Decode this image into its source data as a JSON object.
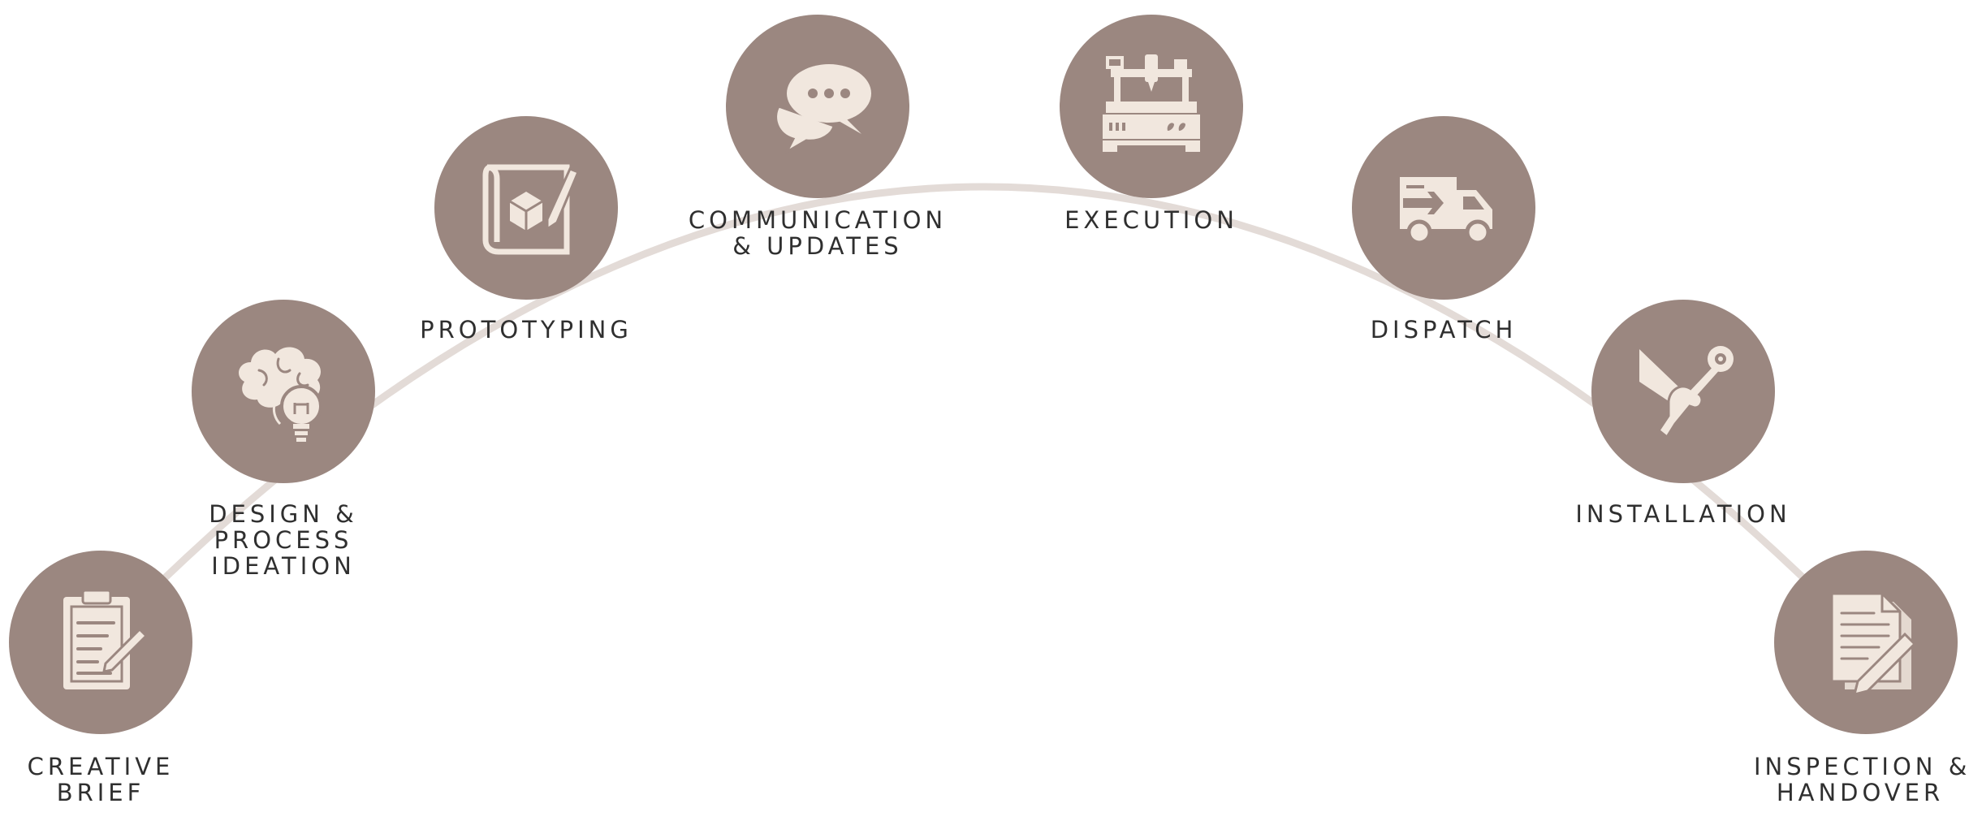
{
  "colors": {
    "circle_fill": "#9b8780",
    "icon_fill": "#f1e7de",
    "arc_stroke": "#e3dbd7",
    "label_text": "#2f2f2f"
  },
  "steps": [
    {
      "icon": "clipboard-pen-icon",
      "label_lines": [
        "CREATIVE",
        "BRIEF"
      ]
    },
    {
      "icon": "brain-lightbulb-icon",
      "label_lines": [
        "DESIGN &",
        "PROCESS",
        "IDEATION"
      ]
    },
    {
      "icon": "blueprint-cube-icon",
      "label_lines": [
        "PROTOTYPING"
      ]
    },
    {
      "icon": "chat-bubbles-icon",
      "label_lines": [
        "COMMUNICATION",
        "& UPDATES"
      ]
    },
    {
      "icon": "cnc-machine-icon",
      "label_lines": [
        "EXECUTION"
      ]
    },
    {
      "icon": "delivery-truck-icon",
      "label_lines": [
        "DISPATCH"
      ]
    },
    {
      "icon": "hand-wrench-icon",
      "label_lines": [
        "INSTALLATION"
      ]
    },
    {
      "icon": "document-pen-icon",
      "label_lines": [
        "INSPECTION &",
        "HANDOVER"
      ]
    }
  ]
}
